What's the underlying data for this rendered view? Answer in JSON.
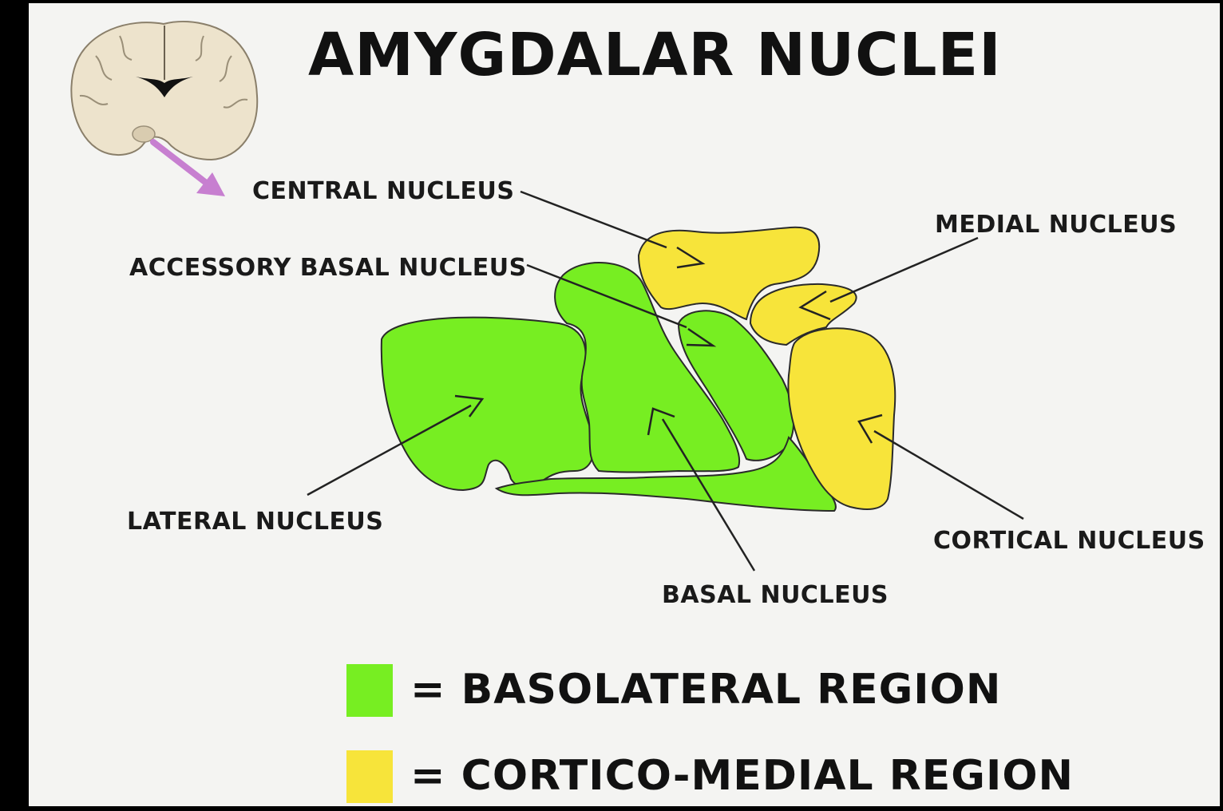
{
  "title": "AMYGDALAR NUCLEI",
  "colors": {
    "basolateral": "#77ee22",
    "cortico_medial": "#f7e43a",
    "arrow_pointer": "#c77fd0",
    "brain": "#ede3cc"
  },
  "icons": {
    "brain": "brain-coronal-section-icon",
    "pointer": "purple-arrow-icon"
  },
  "labels": {
    "central": "CENTRAL NUCLEUS",
    "accessory_basal": "ACCESSORY BASAL NUCLEUS",
    "medial": "MEDIAL NUCLEUS",
    "lateral": "LATERAL NUCLEUS",
    "basal": "BASAL NUCLEUS",
    "cortical": "CORTICAL NUCLEUS"
  },
  "legend": [
    {
      "swatch": "basolateral",
      "text": "= BASOLATERAL REGION"
    },
    {
      "swatch": "cortico_medial",
      "text": "= CORTICO-MEDIAL REGION"
    }
  ]
}
